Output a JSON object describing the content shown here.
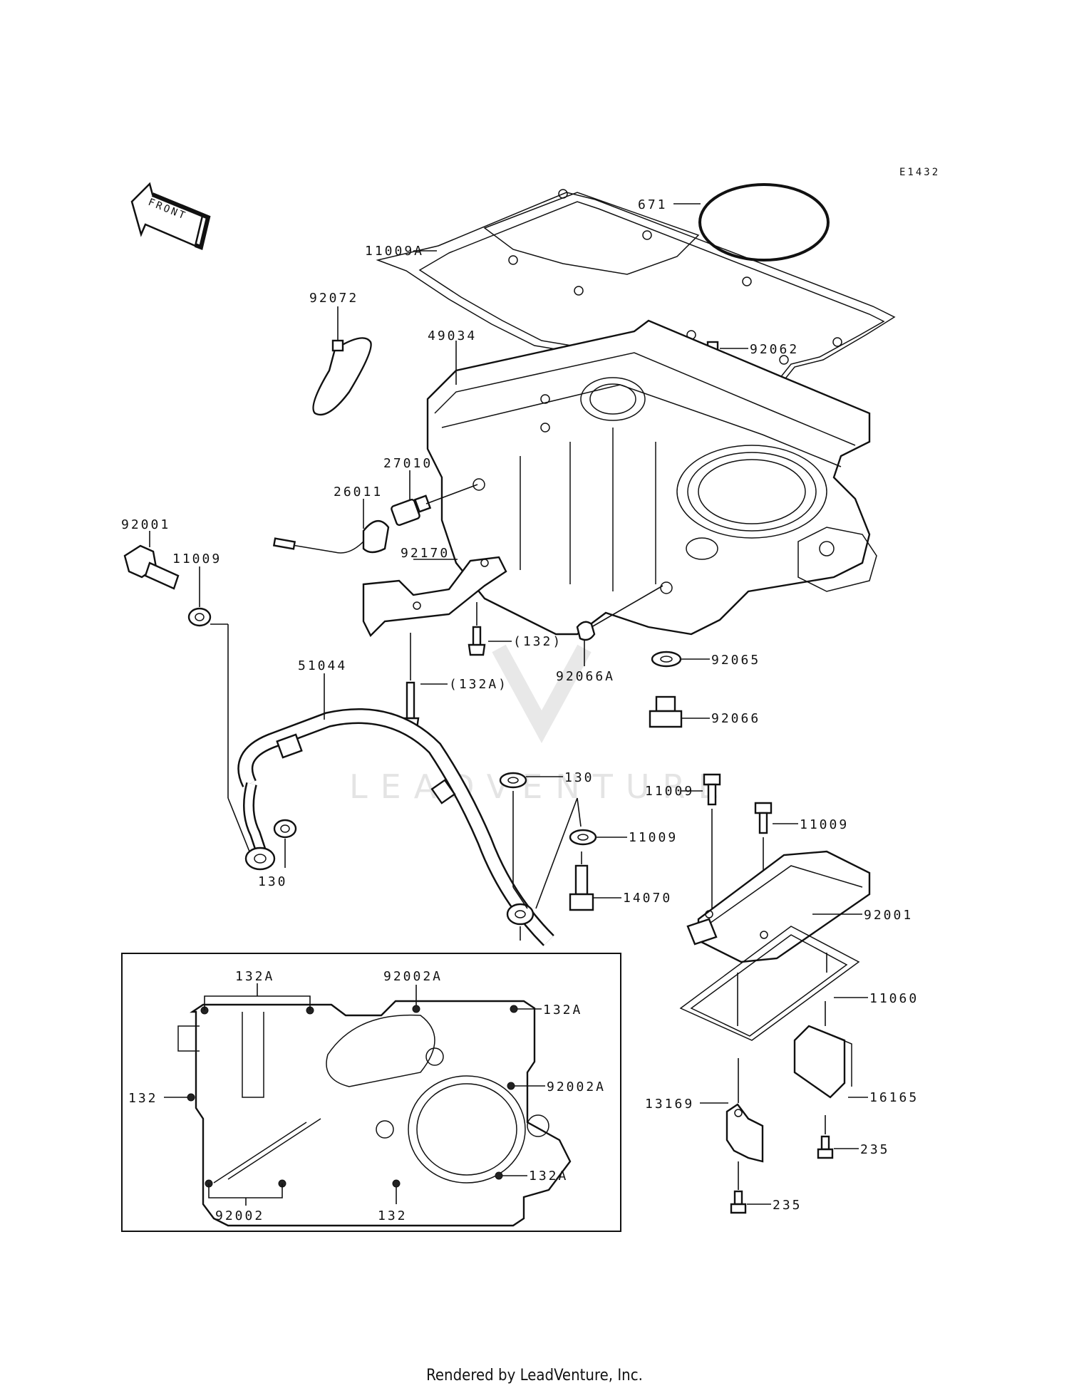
{
  "diagram": {
    "code": "E1432",
    "front_label": "FRONT",
    "watermark": "LEADVENTURE",
    "footer": "Rendered by LeadVenture, Inc.",
    "labels": [
      {
        "id": "671",
        "text": "671"
      },
      {
        "id": "11009A",
        "text": "11009A"
      },
      {
        "id": "92072",
        "text": "92072"
      },
      {
        "id": "49034",
        "text": "49034"
      },
      {
        "id": "92062",
        "text": "92062"
      },
      {
        "id": "27010",
        "text": "27010"
      },
      {
        "id": "26011",
        "text": "26011"
      },
      {
        "id": "92001a",
        "text": "92001"
      },
      {
        "id": "11009a",
        "text": "11009"
      },
      {
        "id": "92170",
        "text": "92170"
      },
      {
        "id": "132p",
        "text": "(132)"
      },
      {
        "id": "92066A",
        "text": "92066A"
      },
      {
        "id": "92065",
        "text": "92065"
      },
      {
        "id": "51044",
        "text": "51044"
      },
      {
        "id": "132Ap",
        "text": "(132A)"
      },
      {
        "id": "92066",
        "text": "92066"
      },
      {
        "id": "11009b",
        "text": "11009"
      },
      {
        "id": "130a",
        "text": "130"
      },
      {
        "id": "130b",
        "text": "130"
      },
      {
        "id": "11009c",
        "text": "11009"
      },
      {
        "id": "92001b",
        "text": "92001"
      },
      {
        "id": "11009d",
        "text": "11009"
      },
      {
        "id": "14070",
        "text": "14070"
      },
      {
        "id": "11060",
        "text": "11060"
      },
      {
        "id": "13169",
        "text": "13169"
      },
      {
        "id": "16165",
        "text": "16165"
      },
      {
        "id": "235a",
        "text": "235"
      },
      {
        "id": "235b",
        "text": "235"
      },
      {
        "id": "132A_top",
        "text": "132A"
      },
      {
        "id": "92002A_top",
        "text": "92002A"
      },
      {
        "id": "132A_right",
        "text": "132A"
      },
      {
        "id": "132_left",
        "text": "132"
      },
      {
        "id": "92002A_right",
        "text": "92002A"
      },
      {
        "id": "132A_bottom",
        "text": "132A"
      },
      {
        "id": "92002_bottom",
        "text": "92002"
      },
      {
        "id": "132_bottom",
        "text": "132"
      }
    ]
  }
}
